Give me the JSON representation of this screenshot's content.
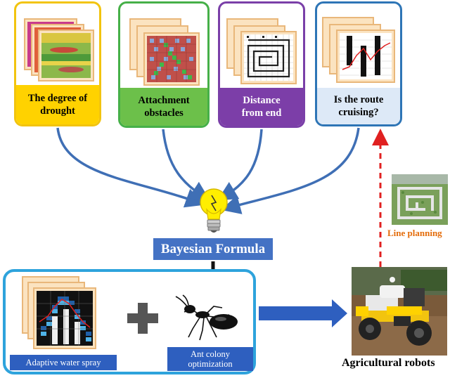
{
  "cards": [
    {
      "id": "drought",
      "label_line1": "The degree of",
      "label_line2": "drought",
      "border": "#f2c40f",
      "fill": "#ffd200"
    },
    {
      "id": "attachment",
      "label_line1": "Attachment",
      "label_line2": "obstacles",
      "border": "#46b048",
      "fill": "#6cc04a"
    },
    {
      "id": "distance",
      "label_line1": "Distance",
      "label_line2": "from end",
      "border": "#7a3fa8",
      "fill": "#7c3ea8"
    },
    {
      "id": "route",
      "label_line1": "Is the route",
      "label_line2": "cruising?",
      "border": "#2e75b6",
      "fill": "#dde9f7"
    }
  ],
  "bayesian_formula": "Bayesian Formula",
  "adaptive_water_spray": "Adaptive water spray",
  "ant_colony_line1": "Ant colony",
  "ant_colony_line2": "optimization",
  "plus_sign": "+",
  "line_planning": "Line planning",
  "agricultural_robots": "Agricultural robots",
  "colors": {
    "arrow_blue": "#3f6fb5",
    "accent_blue": "#2e5fbf",
    "frame_cyan": "#2ea3dc",
    "dashed_red": "#e02020",
    "line_planning_orange": "#e46c0a"
  }
}
